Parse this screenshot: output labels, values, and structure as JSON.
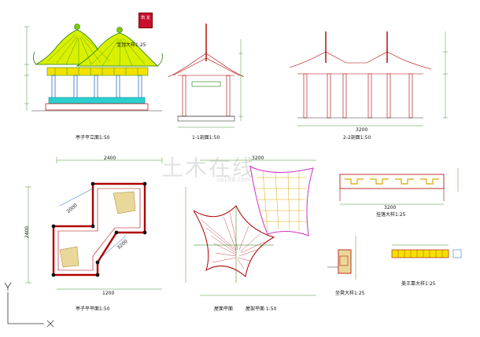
{
  "views": {
    "elevation": {
      "caption": "亭子平立面1:50"
    },
    "section11": {
      "caption": "1-1剖面1:50"
    },
    "section22": {
      "caption": "2-2剖面1:50"
    },
    "plan": {
      "caption": "亭子平平面1:50"
    },
    "roof_plan": {
      "caption": "屋面平面"
    },
    "roof_beam_plan": {
      "caption": "屋架平面 1:50"
    },
    "railing_detail": {
      "caption": "挂落大样1:25"
    },
    "ridge_detail": {
      "caption": "宝顶大样1:25"
    },
    "seat_detail": {
      "caption": "坐凳大样1:25"
    },
    "bench_detail": {
      "caption": "美王靠大样1:25"
    }
  },
  "dims": {
    "plan_top": "2400",
    "plan_left": "2400",
    "plan_bottom": "1200",
    "plan_diag_a": "2000",
    "plan_diag_b": "3200",
    "railing_width": "3200",
    "section_width": "3200",
    "roof_width": "3200"
  },
  "watermark": {
    "text": "土木在线",
    "url": "co188.com"
  },
  "stamp_text": "筑\n龙"
}
